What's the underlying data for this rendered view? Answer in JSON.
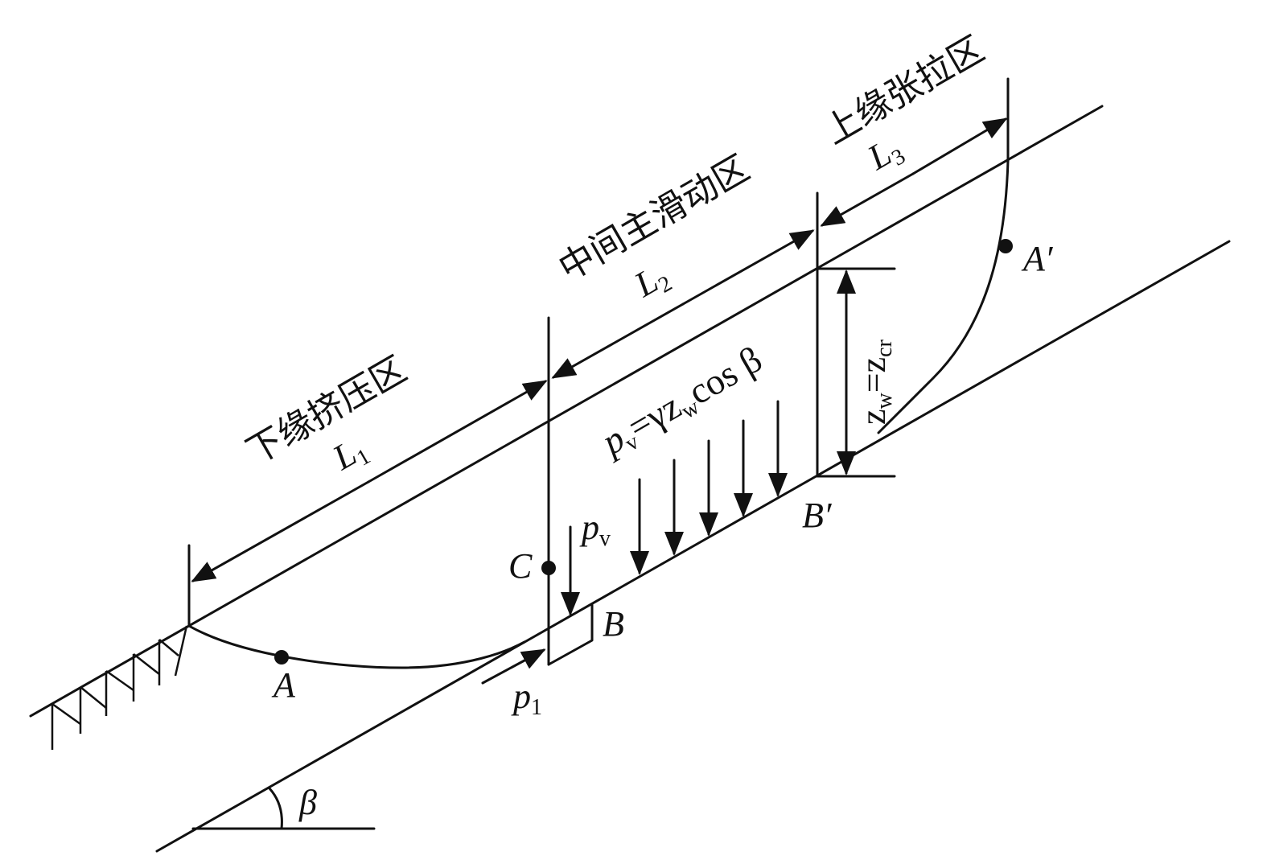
{
  "zones": {
    "lower": "下缘挤压区",
    "middle": "中间主滑动区",
    "upper": "上缘张拉区"
  },
  "lengths": {
    "l1": {
      "main": "L",
      "sub": "1"
    },
    "l2": {
      "main": "L",
      "sub": "2"
    },
    "l3": {
      "main": "L",
      "sub": "3"
    }
  },
  "points": {
    "a": "A",
    "a_prime": "A′",
    "b": "B",
    "b_prime": "B′",
    "c": "C"
  },
  "forces": {
    "p_v": {
      "main": "p",
      "sub": "v"
    },
    "p_1": {
      "main": "p",
      "sub": "1"
    }
  },
  "formula": {
    "p": "p",
    "v": "v",
    "eq": "=γz",
    "w": "w",
    "cos": "cos β"
  },
  "depth": {
    "z1": "z",
    "w": "w",
    "eq": "=z",
    "cr": "cr"
  },
  "angle": "β"
}
